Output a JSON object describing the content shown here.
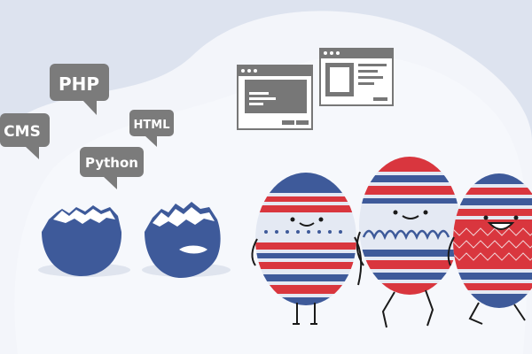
{
  "colors": {
    "background": "#dde3ef",
    "blob": "#f3f5fa",
    "bubble": "#7b7b7b",
    "bubble_text": "#ffffff",
    "egg_blue": "#3e5a9a",
    "egg_red": "#d9363e",
    "egg_light": "#e4e9f3",
    "window_gray": "#777777",
    "ink": "#1a1a1a"
  },
  "tech_tags": {
    "php": "PHP",
    "cms": "CMS",
    "html": "HTML",
    "python": "Python"
  },
  "icons": [
    "speech-bubble-icon",
    "browser-window-icon",
    "broken-eggshell-icon",
    "easter-egg-character-icon"
  ]
}
